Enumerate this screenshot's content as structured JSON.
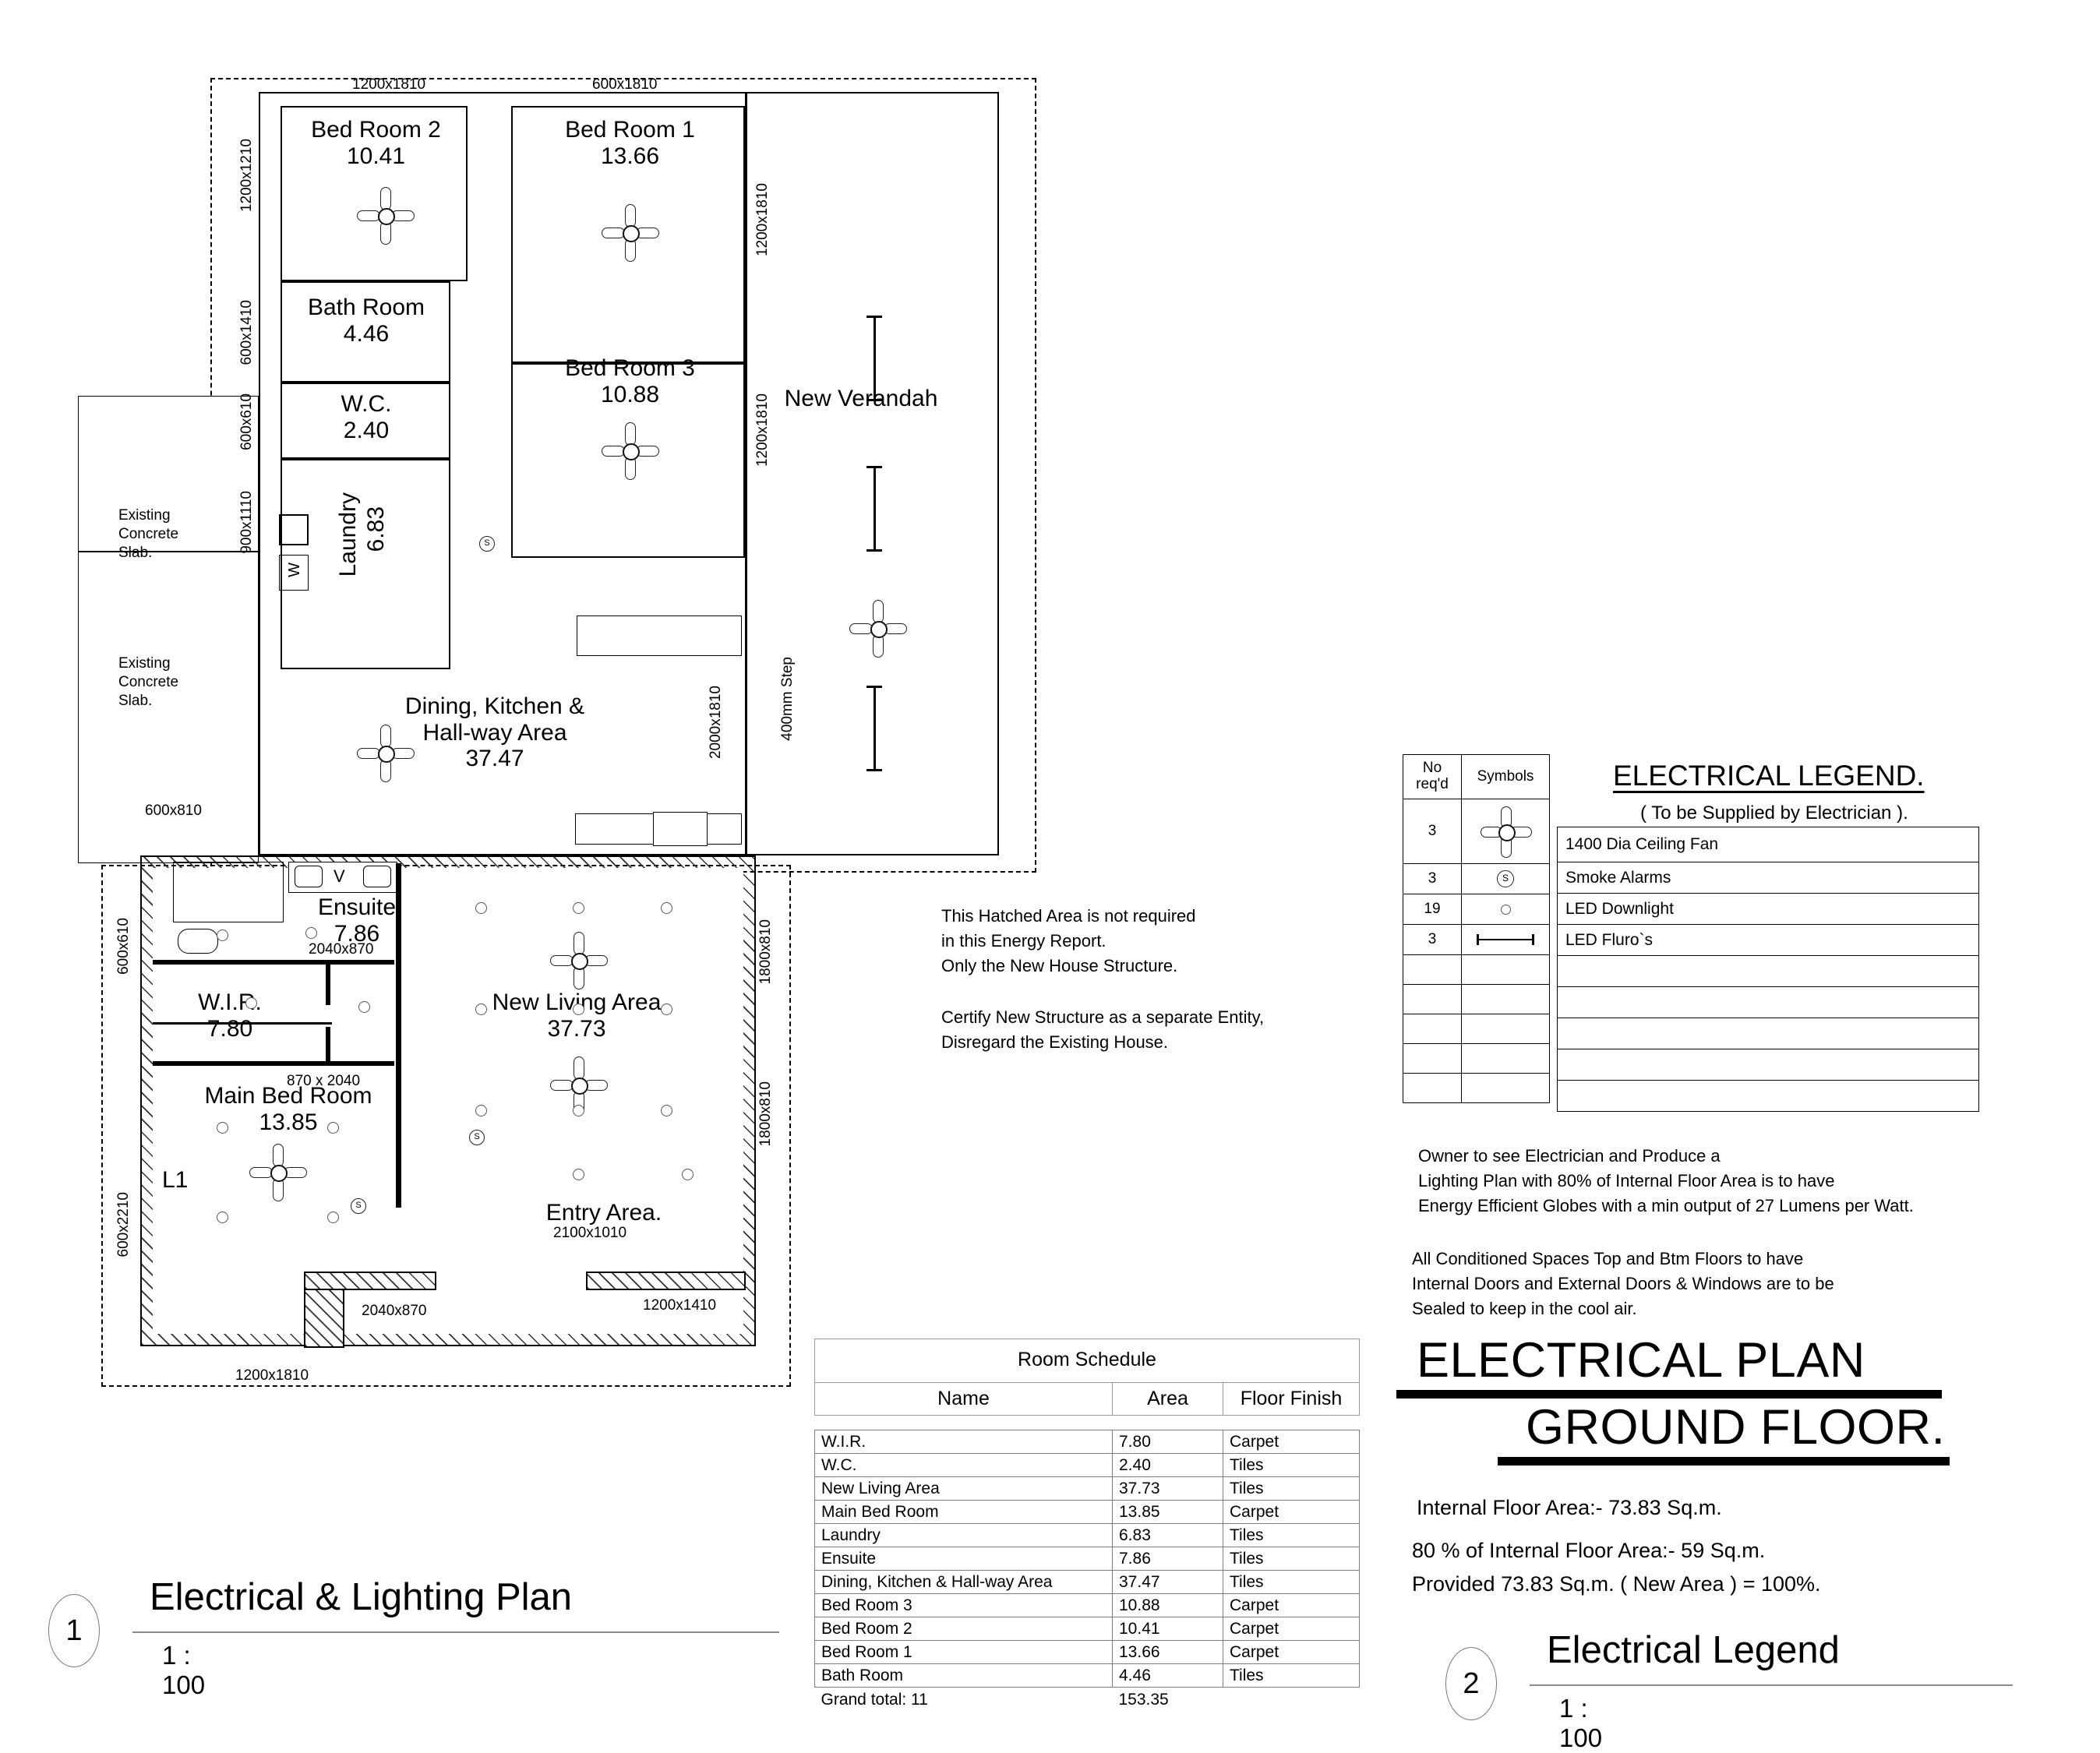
{
  "plan": {
    "rooms": [
      {
        "name": "Bed Room 2",
        "area": "10.41"
      },
      {
        "name": "Bed Room 1",
        "area": "13.66"
      },
      {
        "name": "Bath Room",
        "area": "4.46"
      },
      {
        "name": "W.C.",
        "area": "2.40"
      },
      {
        "name": "Bed Room 3",
        "area": "10.88"
      },
      {
        "name": "Laundry",
        "area": "6.83"
      },
      {
        "name": "Dining, Kitchen &\nHall-way Area",
        "area": "37.47"
      },
      {
        "name": "New Verandah",
        "area": ""
      },
      {
        "name": "Ensuite",
        "area": "7.86"
      },
      {
        "name": "W.I.R.",
        "area": "7.80"
      },
      {
        "name": "Main Bed Room",
        "area": "13.85"
      },
      {
        "name": "New Living Area",
        "area": "37.73"
      },
      {
        "name": "Entry Area.",
        "area": ""
      }
    ],
    "labels": {
      "bedroom2": "Bed Room 2",
      "bedroom2_area": "10.41",
      "bedroom1": "Bed Room 1",
      "bedroom1_area": "13.66",
      "bathroom": "Bath Room",
      "bathroom_area": "4.46",
      "wc": "W.C.",
      "wc_area": "2.40",
      "bedroom3": "Bed Room 3",
      "bedroom3_area": "10.88",
      "laundry": "Laundry",
      "laundry_area": "6.83",
      "dining_l1": "Dining, Kitchen &",
      "dining_l2": "Hall-way Area",
      "dining_area": "37.47",
      "verandah": "New Verandah",
      "ensuite": "Ensuite",
      "ensuite_area": "7.86",
      "wir": "W.I.R.",
      "wir_area": "7.80",
      "mainbed": "Main Bed Room",
      "mainbed_area": "13.85",
      "living": "New Living Area",
      "living_area": "37.73",
      "entry": "Entry Area.",
      "l1": "L1",
      "washer": "W",
      "vanity": "V",
      "slab1": "Existing\nConcrete\nSlab.",
      "slab2": "Existing\nConcrete\nSlab."
    },
    "dimensions": {
      "top_left": "1200x1810",
      "top_mid": "600x1810",
      "left_1": "1200x1210",
      "left_2": "600x1410",
      "left_3": "600x610",
      "left_4": "900x1110",
      "left_5": "600x810",
      "right_1": "1200x1810",
      "right_2": "1200x1810",
      "right_3": "1200x1810",
      "right_4": "2000x1810",
      "step": "400mm Step",
      "ens_left": "600x610",
      "ens_door": "2040x870",
      "wir_door": "870 x 2040",
      "mb_left": "600x2210",
      "mb_door": "2040x870",
      "mb_bottom": "1200x1810",
      "liv_right_1": "1800x810",
      "liv_right_2": "1800x810",
      "entry_door": "2100x1010",
      "entry_win": "1200x1410"
    }
  },
  "hatch_note": "This Hatched Area is not required\nin this Energy Report.\nOnly the New House Structure.",
  "certify_note": "Certify New Structure as a separate Entity,\nDisregard the Existing House.",
  "legend": {
    "heading": "ELECTRICAL LEGEND.",
    "subheading": "( To be Supplied by  Electrician ).",
    "columns": [
      "No\nreq'd",
      "Symbols"
    ],
    "col_no": "No",
    "col_reqd": "req'd",
    "col_symbols": "Symbols",
    "rows": [
      {
        "qty": "3",
        "symbol": "ceiling-fan-icon",
        "desc": "1400 Dia Ceiling Fan"
      },
      {
        "qty": "3",
        "symbol": "smoke-alarm-icon",
        "desc": "Smoke Alarms"
      },
      {
        "qty": "19",
        "symbol": "led-downlight-icon",
        "desc": "LED Downlight"
      },
      {
        "qty": "3",
        "symbol": "led-fluro-icon",
        "desc": "LED Fluro`s"
      },
      {
        "qty": "",
        "symbol": "",
        "desc": ""
      },
      {
        "qty": "",
        "symbol": "",
        "desc": ""
      },
      {
        "qty": "",
        "symbol": "",
        "desc": ""
      },
      {
        "qty": "",
        "symbol": "",
        "desc": ""
      },
      {
        "qty": "",
        "symbol": "",
        "desc": ""
      }
    ]
  },
  "owner_note": "Owner to see Electrician and Produce a\nLighting Plan with 80% of Internal Floor Area is to have\n Energy Efficient Globes with a min output of 27 Lumens per Watt.",
  "sealed_note": "All Conditioned Spaces Top and Btm Floors to have\nInternal Doors and External Doors & Windows are to be\nSealed to keep in the cool air.",
  "main_title_line1": "ELECTRICAL PLAN",
  "main_title_line2": "GROUND FLOOR.",
  "areas": {
    "internal": "Internal Floor Area:-   73.83 Sq.m.",
    "eighty": "80 % of Internal Floor Area:-  59 Sq.m.",
    "provided": "Provided   73.83 Sq.m. ( New Area ) =  100%."
  },
  "room_schedule": {
    "title": "Room Schedule",
    "headers": [
      "Name",
      "Area",
      "Floor Finish"
    ],
    "rows": [
      [
        "W.I.R.",
        "7.80",
        "Carpet"
      ],
      [
        "W.C.",
        "2.40",
        "Tiles"
      ],
      [
        "New Living Area",
        "37.73",
        "Tiles"
      ],
      [
        "Main Bed Room",
        "13.85",
        "Carpet"
      ],
      [
        "Laundry",
        "6.83",
        "Tiles"
      ],
      [
        "Ensuite",
        "7.86",
        "Tiles"
      ],
      [
        "Dining, Kitchen & Hall-way Area",
        "37.47",
        "Tiles"
      ],
      [
        "Bed Room 3",
        "10.88",
        "Carpet"
      ],
      [
        "Bed Room 2",
        "10.41",
        "Carpet"
      ],
      [
        "Bed Room 1",
        "13.66",
        "Carpet"
      ],
      [
        "Bath Room",
        "4.46",
        "Tiles"
      ]
    ],
    "total_label": "Grand total: 11",
    "total_value": "153.35"
  },
  "titleblocks": [
    {
      "number": "1",
      "title": "Electrical & Lighting Plan",
      "scale": "1 : 100"
    },
    {
      "number": "2",
      "title": "Electrical Legend",
      "scale": "1 : 100"
    }
  ]
}
